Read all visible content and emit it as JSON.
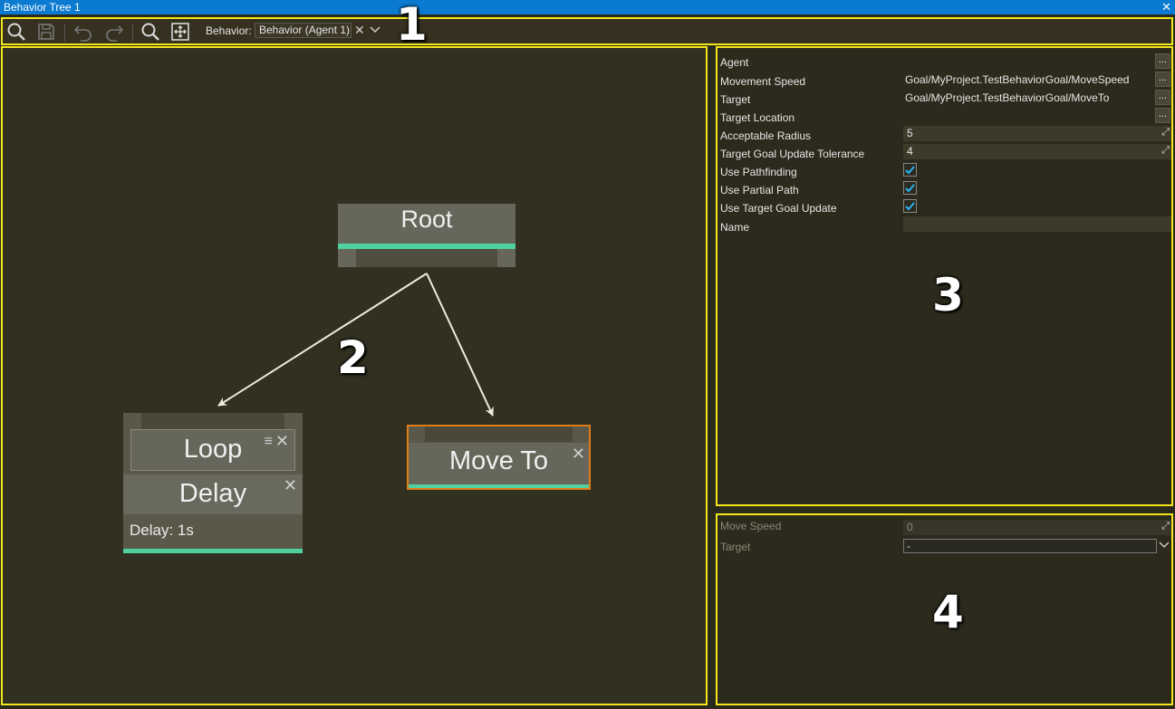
{
  "window": {
    "title": "Behavior Tree 1",
    "close_glyph": "✕"
  },
  "toolbar": {
    "icons": [
      "search-icon",
      "save-icon",
      "undo-icon",
      "redo-icon",
      "zoom-icon",
      "fit-view-icon"
    ],
    "behavior_label": "Behavior:",
    "behavior_value": "Behavior (Agent 1)",
    "clear_glyph": "✕"
  },
  "annotations": {
    "one": "1",
    "two": "2",
    "three": "3",
    "four": "4"
  },
  "graph": {
    "root": {
      "title": "Root"
    },
    "loop": {
      "title": "Loop",
      "menu_glyph": "≡",
      "close_glyph": "✕"
    },
    "delay": {
      "title": "Delay",
      "close_glyph": "✕",
      "description": "Delay: 1s"
    },
    "move_to": {
      "title": "Move To",
      "close_glyph": "✕"
    }
  },
  "properties": {
    "agent": {
      "label": "Agent",
      "dots": "..."
    },
    "movement_speed": {
      "label": "Movement Speed",
      "value": "Goal/MyProject.TestBehaviorGoal/MoveSpeed",
      "dots": "..."
    },
    "target": {
      "label": "Target",
      "value": "Goal/MyProject.TestBehaviorGoal/MoveTo",
      "dots": "..."
    },
    "target_location": {
      "label": "Target Location",
      "dots": "..."
    },
    "acceptable_radius": {
      "label": "Acceptable Radius",
      "value": "5",
      "resize": "⤢"
    },
    "target_goal_update_tolerance": {
      "label": "Target Goal Update Tolerance",
      "value": "4",
      "resize": "⤢"
    },
    "use_pathfinding": {
      "label": "Use Pathfinding",
      "checked": true
    },
    "use_partial_path": {
      "label": "Use Partial Path",
      "checked": true
    },
    "use_target_goal_update": {
      "label": "Use Target Goal Update",
      "checked": true
    },
    "name": {
      "label": "Name",
      "value": ""
    }
  },
  "goal": {
    "move_speed": {
      "label": "Move Speed",
      "value": "0",
      "resize": "⤢"
    },
    "target": {
      "label": "Target",
      "value": "-"
    }
  },
  "colors": {
    "titlebar": "#0b7ad1",
    "highlight": "#f2e61c",
    "node_bar": "#4fd1a0",
    "selected_border": "#e07c1a",
    "check": "#29b6f6"
  }
}
